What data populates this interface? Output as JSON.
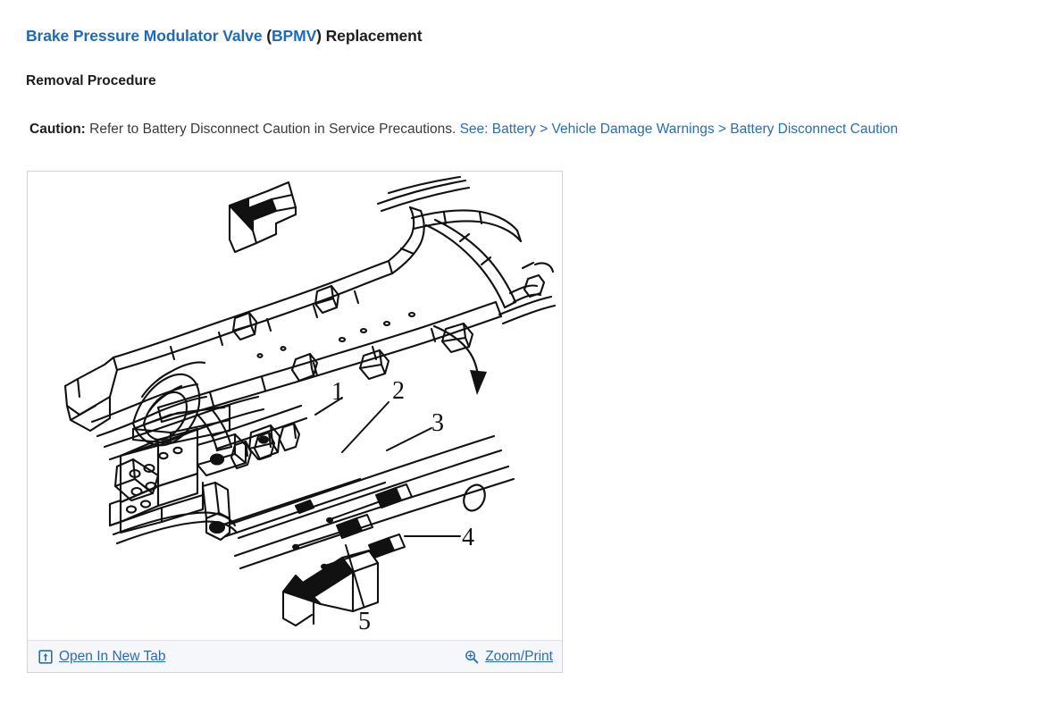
{
  "document": {
    "title_parts": [
      {
        "text": "Brake Pressure Modulator Valve ",
        "style": "blue"
      },
      {
        "text": "(",
        "style": "dark"
      },
      {
        "text": "BPMV",
        "style": "blue"
      },
      {
        "text": ") Replacement",
        "style": "dark"
      }
    ],
    "title_plain": "Brake Pressure Modulator Valve (BPMV) Replacement",
    "section_heading": "Removal Procedure"
  },
  "caution": {
    "label": "Caution:",
    "body": " Refer to Battery Disconnect Caution in Service Precautions. ",
    "link_text": "See: Battery > Vehicle Damage Warnings > Battery Disconnect Caution"
  },
  "figure": {
    "alt": "Exploded view of vehicle frame with brake pressure modulator valve mounting detail",
    "callouts": [
      {
        "id": "1",
        "label": "1"
      },
      {
        "id": "2",
        "label": "2"
      },
      {
        "id": "3",
        "label": "3"
      },
      {
        "id": "4",
        "label": "4"
      },
      {
        "id": "5",
        "label": "5"
      }
    ],
    "footer": {
      "open_new_tab_label": "Open In New Tab",
      "open_new_tab_icon": "open-in-new-tab-icon",
      "zoom_print_label": "Zoom/Print",
      "zoom_print_icon": "magnifier-plus-icon"
    }
  },
  "colors": {
    "link_blue": "#2b6cb4",
    "title_blue": "#1f6bb5",
    "text_dark": "#1d1d1d",
    "card_border": "#d5d5d5",
    "footer_bg": "#f5f7fa",
    "page_bg": "#ffffff"
  }
}
